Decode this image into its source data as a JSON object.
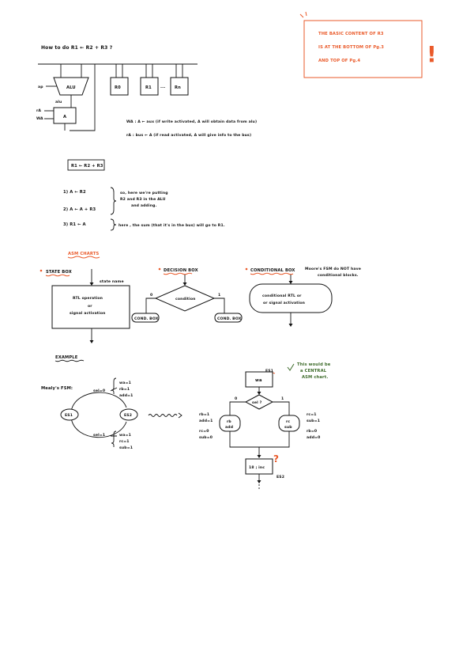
{
  "title": "How to do  R1 ← R2 + R3 ?",
  "note": {
    "line1": "THE BASIC CONTENT OF R3",
    "line2": "IS AT THE BOTTOM OF Pg.3",
    "line3": "AND TOP OF Pg.4",
    "mark": "!"
  },
  "datapath": {
    "ap": "ap",
    "alu": "ALU",
    "alu_lower": "alu",
    "acc": "A",
    "ra": "rA",
    "wa": "WA",
    "regs": [
      "R0",
      "R1",
      "Rn"
    ],
    "dots": "...",
    "wa_desc": "WA : A ← aux    (if write activated, A will obtain data  from alu)",
    "ra_desc": "rA :  bus ← A    (if  read activated, A  will  give  info  to  the bus)"
  },
  "steps": {
    "boxed": "R1 ← R2 + R3",
    "s1": "1)  A ← R2",
    "s2": "2)  A ← A + R3",
    "s3": "3)  R1 ← A",
    "brace1_a": "so, here  we're  putting",
    "brace1_b": "R2 and R3 in the ALU",
    "brace1_c": "and  adding.",
    "brace2": "here , the sum (that it's  in the bus)  will go to R1."
  },
  "asm": {
    "heading": "ASM CHARTS",
    "state_box": "STATE BOX",
    "state_name": "state name",
    "rtl_1": "RTL operation",
    "rtl_2": "or",
    "rtl_3": "signal activation",
    "decision_box": "DECISION BOX",
    "condition": "condition",
    "zero": "0",
    "one": "1",
    "cond_box_l": "COND. BOX",
    "cond_box_r": "COND. BOX",
    "conditional_box": "CONDITIONAL BOX",
    "moore_note_1": "Moore's FSM do NOT have",
    "moore_note_2": "conditional blocks.",
    "cond_inner_1": "conditional RTL or",
    "cond_inner_2": "or signal activation"
  },
  "example": {
    "heading": "EXAMPLE",
    "mealy": "Mealy's FSM:",
    "es1": "ES1",
    "es2": "ES2",
    "sel0": "sel=0",
    "sel1": "sel=1",
    "top_out": [
      "wa=1",
      "rb=1",
      "add=1"
    ],
    "bot_out": [
      "wa=1",
      "rc=1",
      "sub=1"
    ],
    "green_note_1": "This would be",
    "green_note_2": "a CENTRAL",
    "green_note_3": "ASM chart.",
    "es1_label": "ES1",
    "wa_box": "wa",
    "sel_q": "sel ?",
    "zero": "0",
    "one": "1",
    "left_cond": [
      "rb",
      "add"
    ],
    "right_cond": [
      "rc",
      "sub"
    ],
    "left_vals_a": [
      "rb=1",
      "add=1"
    ],
    "left_vals_b": [
      "rc=0",
      "sub=0"
    ],
    "right_vals_a": [
      "rc=1",
      "sub=1"
    ],
    "right_vals_b": [
      "rb=0",
      "add=0"
    ],
    "es2_box": "18 ; inc",
    "es2_label": "ES2",
    "qmark": "?"
  }
}
